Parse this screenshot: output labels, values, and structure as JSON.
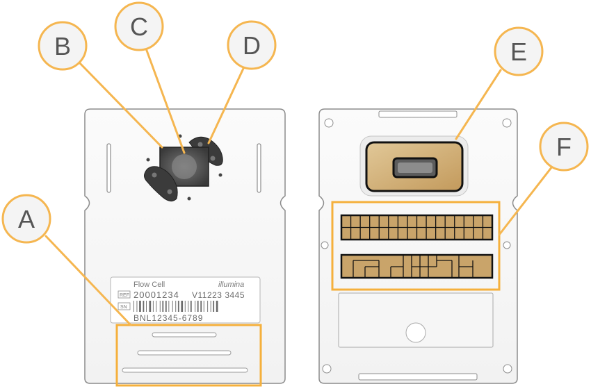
{
  "callouts": {
    "a": "A",
    "b": "B",
    "c": "C",
    "d": "D",
    "e": "E",
    "f": "F"
  },
  "front_label": {
    "product": "Flow Cell",
    "brand": "illumina",
    "ref_tag": "REF",
    "ref_value": "20001234",
    "version": "V11223 3445",
    "sn_tag": "SN",
    "serial": "BNL12345-6789"
  },
  "colors": {
    "callout_ring": "#f5b650",
    "callout_fill": "#f4f4f4",
    "highlight_box": "#f5b03c",
    "contact_gold": "#c9a46a",
    "body_outline": "#8a8a8a",
    "body_fill": "#ffffff"
  }
}
